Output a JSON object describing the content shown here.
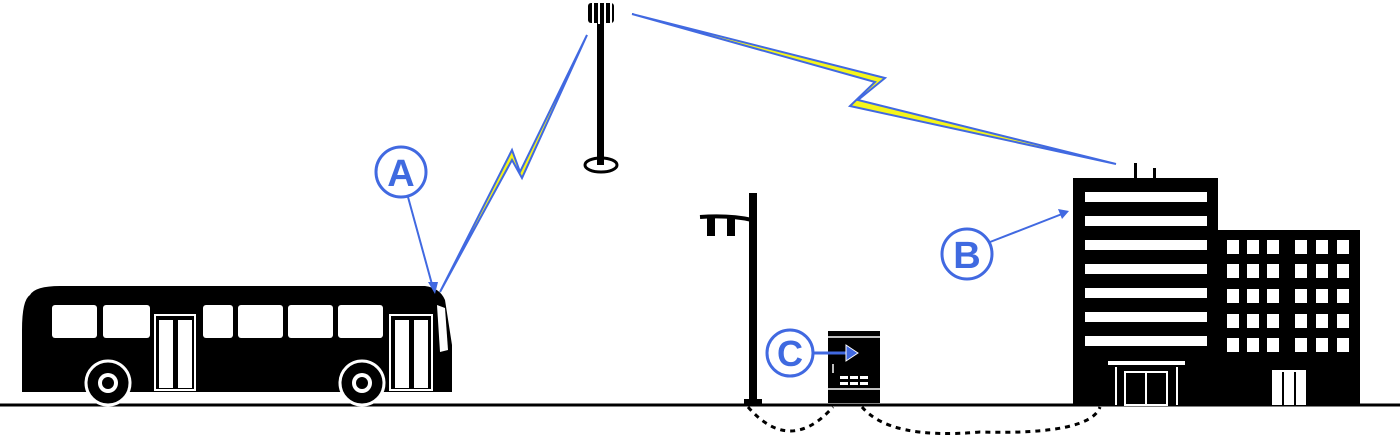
{
  "labels": {
    "a": "A",
    "b": "B",
    "c": "C"
  },
  "colors": {
    "accent": "#4169e1",
    "lightning_fill": "#f5f51a",
    "ink": "#000000"
  }
}
